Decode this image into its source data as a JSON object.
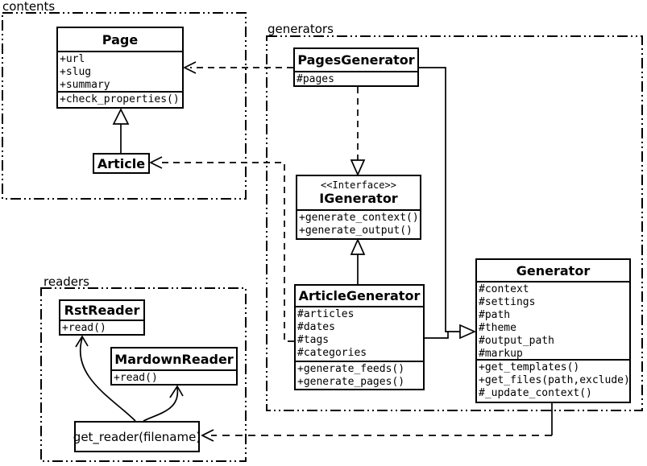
{
  "diagram": {
    "packages": {
      "contents": {
        "label": "contents"
      },
      "generators": {
        "label": "generators"
      },
      "readers": {
        "label": "readers"
      }
    },
    "classes": {
      "page": {
        "title": "Page",
        "attributes": [
          "+url",
          "+slug",
          "+summary"
        ],
        "methods": [
          "+check_properties()"
        ]
      },
      "article": {
        "title": "Article"
      },
      "pages_generator": {
        "title": "PagesGenerator",
        "attributes": [
          "#pages"
        ]
      },
      "igenerator": {
        "stereotype": "<<Interface>>",
        "title": "IGenerator",
        "methods": [
          "+generate_context()",
          "+generate_output()"
        ]
      },
      "article_generator": {
        "title": "ArticleGenerator",
        "attributes": [
          "#articles",
          "#dates",
          "#tags",
          "#categories"
        ],
        "methods": [
          "+generate_feeds()",
          "+generate_pages()"
        ]
      },
      "generator": {
        "title": "Generator",
        "attributes": [
          "#context",
          "#settings",
          "#path",
          "#theme",
          "#output_path",
          "#markup"
        ],
        "methods": [
          "+get_templates()",
          "+get_files(path,exclude)",
          "#_update_context()"
        ]
      },
      "rst_reader": {
        "title": "RstReader",
        "methods": [
          "+read()"
        ]
      },
      "mardown_reader": {
        "title": "MardownReader",
        "methods": [
          "+read()"
        ]
      },
      "get_reader": {
        "title": "get_reader(filename)"
      }
    },
    "colors": {
      "line": "#000000",
      "background": "#ffffff",
      "box_fill": "#ffffff"
    }
  }
}
